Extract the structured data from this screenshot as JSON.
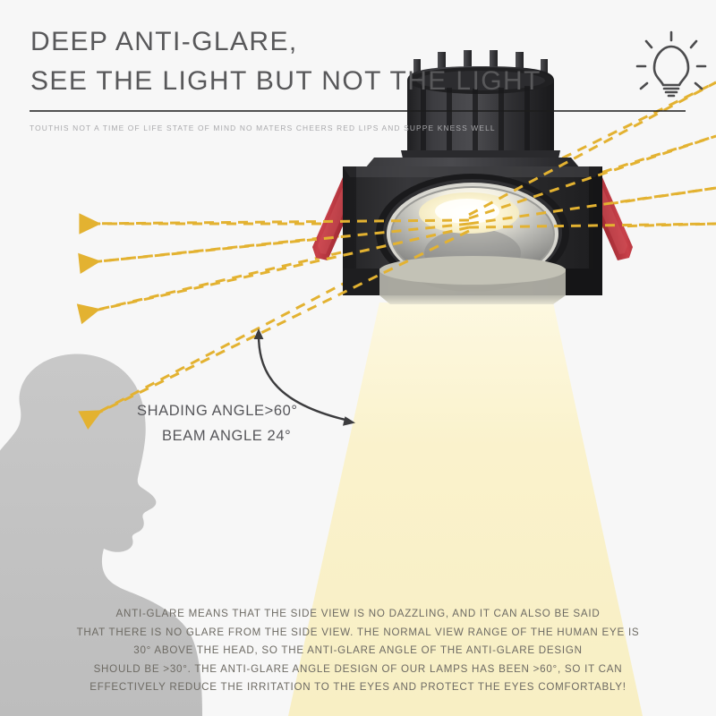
{
  "background_color": "#f7f7f7",
  "header": {
    "title_line_1": "DEEP ANTI-GLARE,",
    "title_line_2": "SEE THE LIGHT BUT NOT THE LIGHT",
    "subtitle": "TOUTHIS NOT A TIME OF LIFE STATE OF MIND NO MATERS CHEERS RED LIPS AND SUPPE KNESS WELL",
    "divider_color": "#1c1c1c",
    "icon": "lightbulb-icon"
  },
  "annotations": {
    "shading_angle": "SHADING ANGLE>60°",
    "beam_angle": "BEAM ANGLE 24°",
    "curved_arrow": "angle-span-arrow"
  },
  "product": {
    "name": "recessed-anti-glare-downlight",
    "housing_color": "#2b2b2d",
    "heatsink_color": "#313133",
    "reflector_color": "#c9c9c6",
    "spring_clip_color": "#b3303a",
    "led_glow_color": "#fffbe8"
  },
  "light_rays": {
    "color": "#e8b93a",
    "style": "dashed",
    "left_rays": [
      {
        "label": "ray-1-horizontal",
        "arrow": true
      },
      {
        "label": "ray-2",
        "arrow": true
      },
      {
        "label": "ray-3",
        "arrow": true
      },
      {
        "label": "ray-4",
        "arrow": true
      }
    ],
    "right_rays": [
      {
        "label": "ray-r1",
        "arrow": false
      },
      {
        "label": "ray-r2",
        "arrow": false
      },
      {
        "label": "ray-r3",
        "arrow": false
      },
      {
        "label": "ray-r4-horizontal",
        "arrow": false
      }
    ]
  },
  "beam": {
    "name": "light-beam-cone",
    "color": "#faf2cd"
  },
  "silhouette": {
    "name": "human-head-silhouette",
    "color": "#c4c4c4"
  },
  "paragraph": {
    "lines": [
      "ANTI-GLARE MEANS THAT THE SIDE VIEW IS NO DAZZLING, AND IT CAN ALSO BE SAID",
      "THAT THERE IS NO GLARE FROM THE SIDE VIEW. THE NORMAL VIEW RANGE OF THE HUMAN EYE IS",
      "30° ABOVE THE HEAD, SO THE ANTI-GLARE ANGLE OF THE ANTI-GLARE DESIGN",
      "SHOULD BE >30°. THE ANTI-GLARE ANGLE DESIGN OF OUR LAMPS HAS BEEN >60°, SO IT CAN",
      "EFFECTIVELY REDUCE THE IRRITATION TO THE EYES AND PROTECT THE EYES COMFORTABLY!"
    ]
  }
}
